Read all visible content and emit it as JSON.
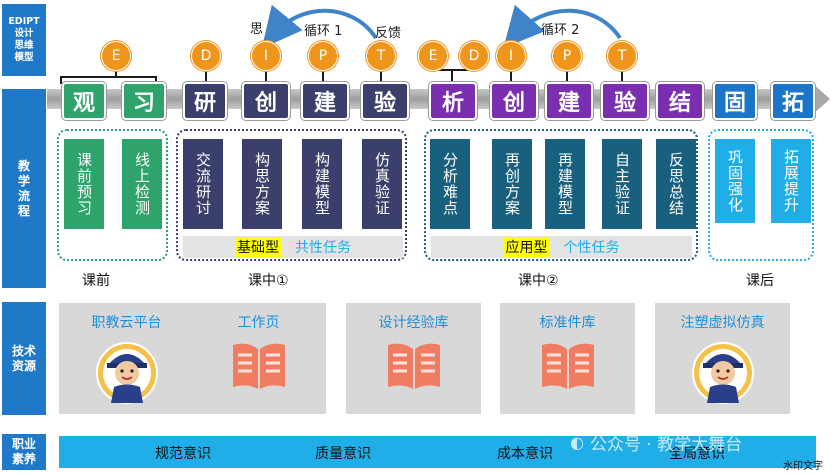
{
  "sidebar": {
    "model": "EDIPT\n设计\n思维\n模型",
    "teaching": "教\n学\n流\n程",
    "tech": "技术\n资源",
    "career": "职业\n素养"
  },
  "loops": {
    "think": "思",
    "loop1": "循环 1",
    "feedback": "反馈",
    "loop2": "循环 2"
  },
  "circles": [
    "E",
    "D",
    "I",
    "P",
    "T",
    "E",
    "D",
    "I",
    "P",
    "T"
  ],
  "steps": [
    "观",
    "习",
    "研",
    "创",
    "建",
    "验",
    "析",
    "创",
    "建",
    "验",
    "结",
    "固",
    "拓"
  ],
  "cards": [
    "课前预习",
    "线上检测",
    "交流研讨",
    "构思方案",
    "构建模型",
    "仿真验证",
    "分析难点",
    "再创方案",
    "再建模型",
    "自主验证",
    "反思总结",
    "巩固强化",
    "拓展提升"
  ],
  "tags": {
    "basic_type": "基础型",
    "basic_task": "共性任务",
    "applied_type": "应用型",
    "applied_task": "个性任务"
  },
  "phases": [
    "课前",
    "课中①",
    "课中②",
    "课后"
  ],
  "resources": [
    "职教云平台",
    "工作页",
    "设计经验库",
    "标准件库",
    "注塑虚拟仿真"
  ],
  "qualities": [
    "规范意识",
    "质量意识",
    "成本意识",
    "全局意识"
  ],
  "watermark": {
    "text": "公众号 · 教学大舞台",
    "corner": "水印文字"
  },
  "colors": {
    "accent_blue": "#1f78c8",
    "orange": "#f0951c",
    "green": "#2ea36b",
    "navy": "#3a3f6b",
    "purple": "#7a2fb0",
    "teal": "#18607e",
    "cyan": "#1faee8"
  }
}
